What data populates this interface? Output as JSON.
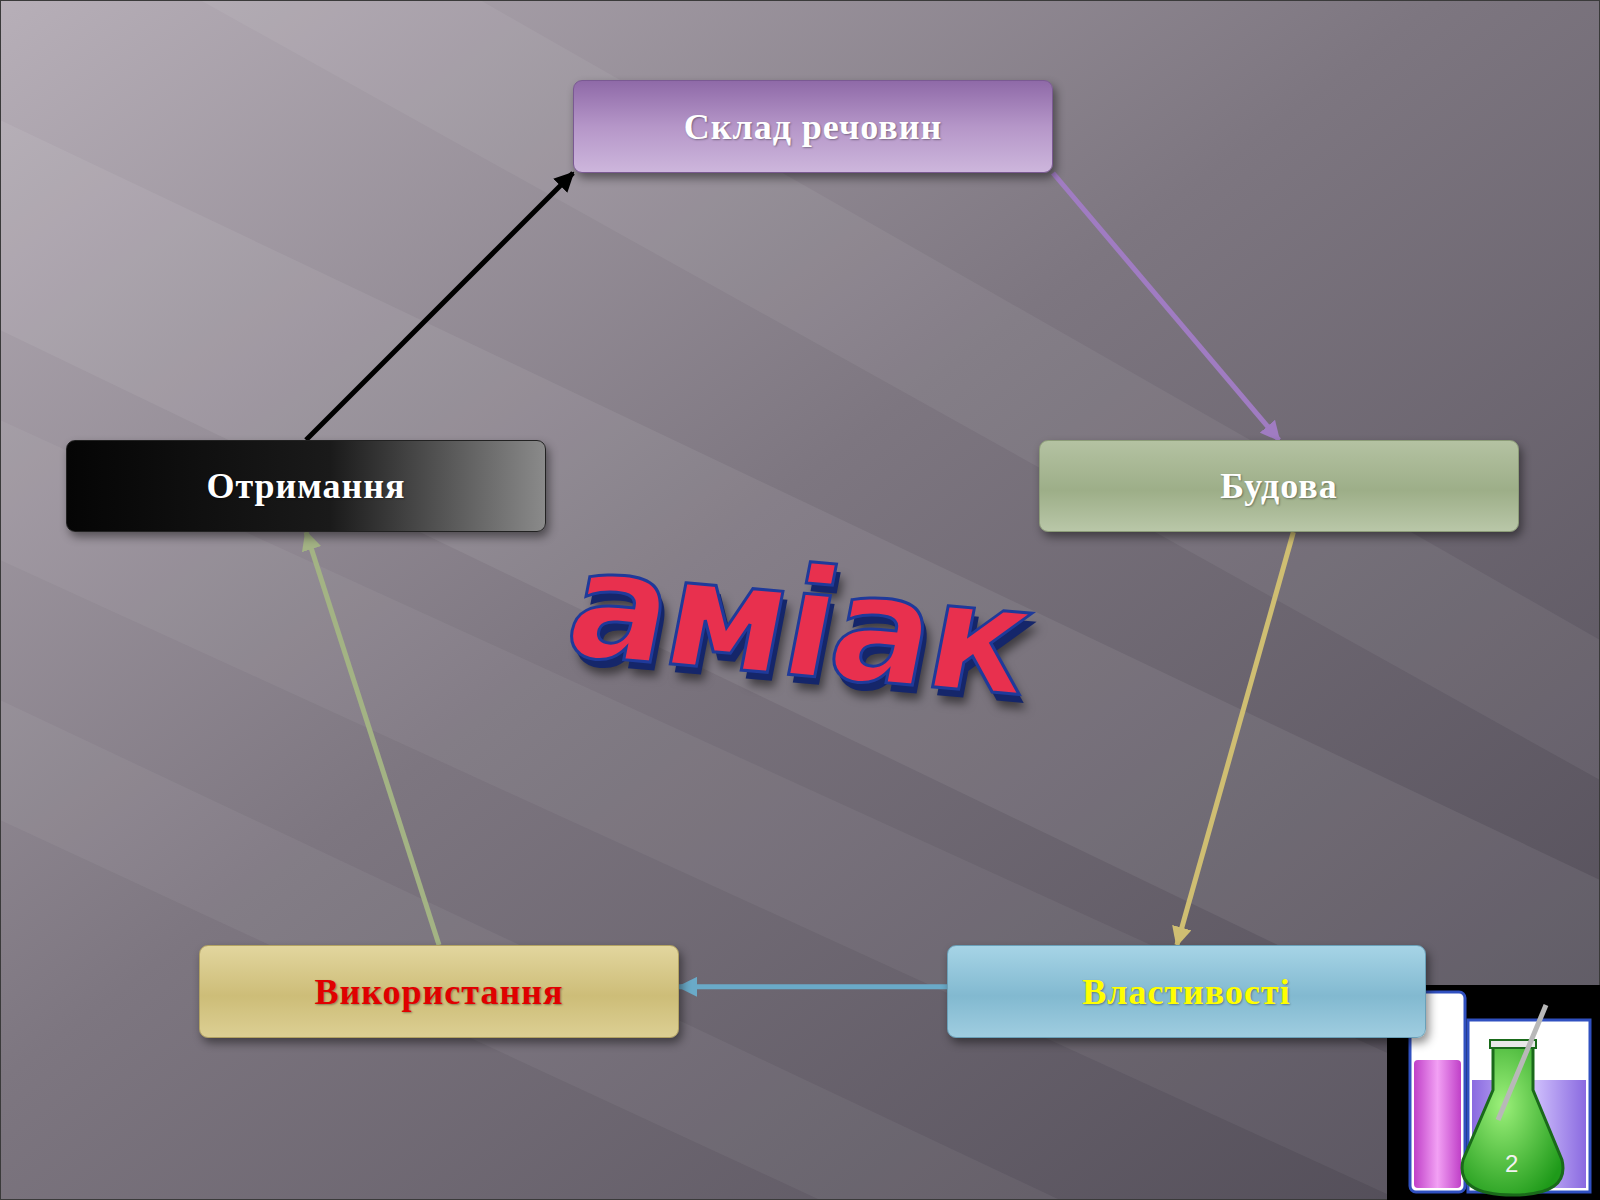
{
  "diagram": {
    "nodes": [
      {
        "text": [
          "Склад речовин"
        ]
      },
      {
        "text": [
          "Отримання"
        ]
      },
      {
        "text": [
          "Будова"
        ]
      },
      {
        "text": [
          "Використання"
        ]
      },
      {
        "text": [
          "Властивості"
        ]
      }
    ],
    "edges": [
      {
        "from": 0,
        "to": 2,
        "arrow": "to"
      },
      {
        "from": 2,
        "to": 4,
        "arrow": "to"
      },
      {
        "from": 4,
        "to": 3,
        "arrow": "to"
      },
      {
        "from": 3,
        "to": 1,
        "arrow": "to"
      },
      {
        "from": 1,
        "to": 0,
        "arrow": "to"
      }
    ],
    "labels": [
      "аміак",
      "2"
    ]
  }
}
